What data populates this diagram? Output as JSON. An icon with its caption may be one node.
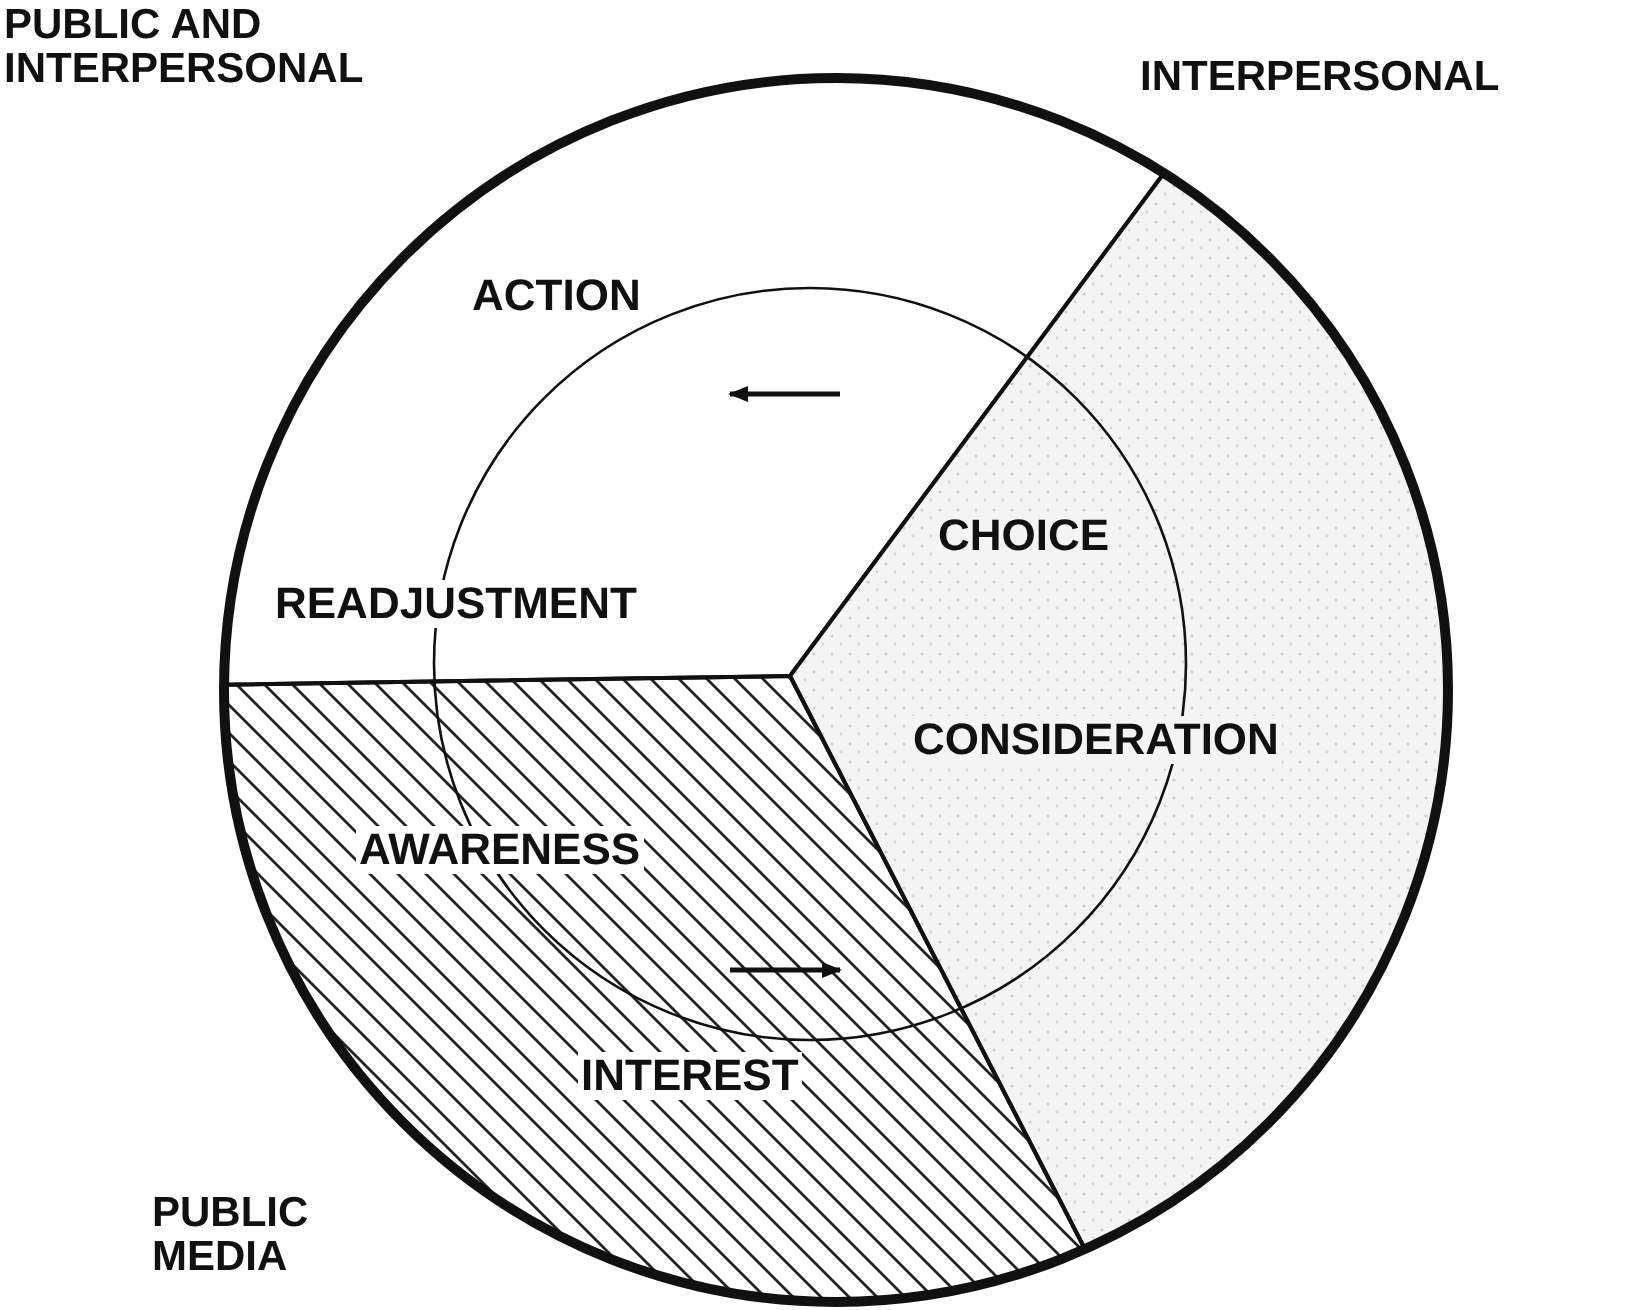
{
  "diagram": {
    "nodes": [
      {
        "text": [
          "ACTION",
          "READJUSTMENT"
        ]
      },
      {
        "text": [
          "CHOICE",
          "CONSIDERATION"
        ]
      },
      {
        "text": [
          "AWARENESS",
          "INTEREST"
        ]
      }
    ],
    "labels": [
      "PUBLIC AND INTERPERSONAL",
      "INTERPERSONAL",
      "PUBLIC MEDIA"
    ]
  }
}
